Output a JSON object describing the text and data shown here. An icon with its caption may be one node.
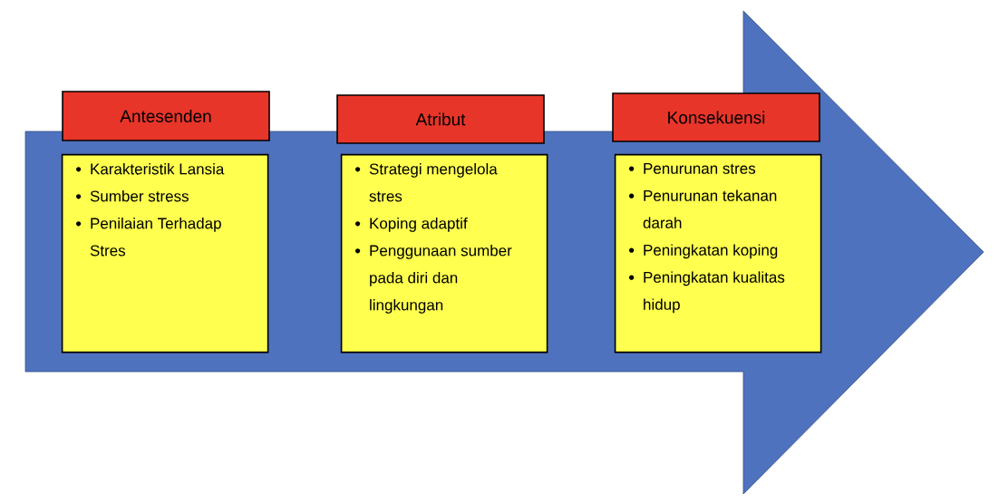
{
  "diagram": {
    "nodes": [
      {
        "text": [],
        "shape": "arrow"
      },
      {
        "text": [
          "Antesenden"
        ]
      },
      {
        "text": [
          "Karakteristik Lansia",
          "Sumber stress",
          "Penilaian Terhadap Stres"
        ],
        "in": 0
      },
      {
        "text": [
          "Atribut"
        ]
      },
      {
        "text": [
          "Strategi mengelola stres",
          "Koping adaptif",
          "Penggunaan sumber pada diri dan lingkungan"
        ],
        "in": 0
      },
      {
        "text": [
          "Konsekuensi"
        ]
      },
      {
        "text": [
          "Penurunan stres",
          "Penurunan tekanan darah",
          "Peningkatan koping",
          "Peningkatan kualitas hidup"
        ],
        "in": 0
      }
    ]
  }
}
